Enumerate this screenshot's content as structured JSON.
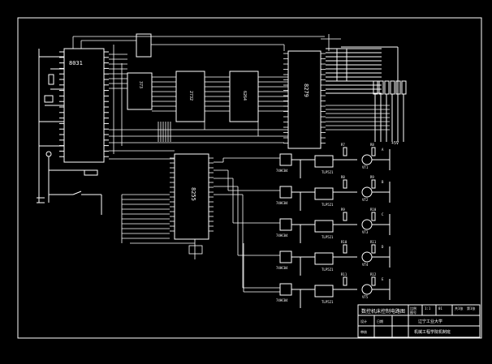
{
  "chips": {
    "mcu": "8031",
    "latch": "373",
    "eprom": "2732",
    "ram": "6264",
    "ppi": "8255",
    "kbd": "8279"
  },
  "drive_channels": [
    {
      "gate": "74HC04",
      "opto": "TLP521",
      "res_in": "R7",
      "res_b": "R8",
      "tr": "VT1",
      "out": "A"
    },
    {
      "gate": "74HC04",
      "opto": "TLP521",
      "res_in": "R8",
      "res_b": "R9",
      "tr": "VT2",
      "out": "B"
    },
    {
      "gate": "74HC04",
      "opto": "TLP521",
      "res_in": "R9",
      "res_b": "R10",
      "tr": "VT3",
      "out": "C"
    },
    {
      "gate": "74HC04",
      "opto": "TLP521",
      "res_in": "R10",
      "res_b": "R11",
      "tr": "VT4",
      "out": "D"
    },
    {
      "gate": "74HC04",
      "opto": "TLP521",
      "res_in": "R11",
      "res_b": "R12",
      "tr": "VT5",
      "out": "E"
    }
  ],
  "supply_label": "+5V",
  "title_block": {
    "drawing_title": "数控机床控制电路图",
    "school": "辽宁工业大学",
    "dept": "机械工程学院机制班",
    "row1": [
      "设计",
      "",
      "比例",
      "1:1"
    ],
    "row2": [
      "审核",
      "",
      "图号",
      "01"
    ],
    "row3": [
      "日期",
      "",
      "共1张",
      "第1张"
    ]
  }
}
